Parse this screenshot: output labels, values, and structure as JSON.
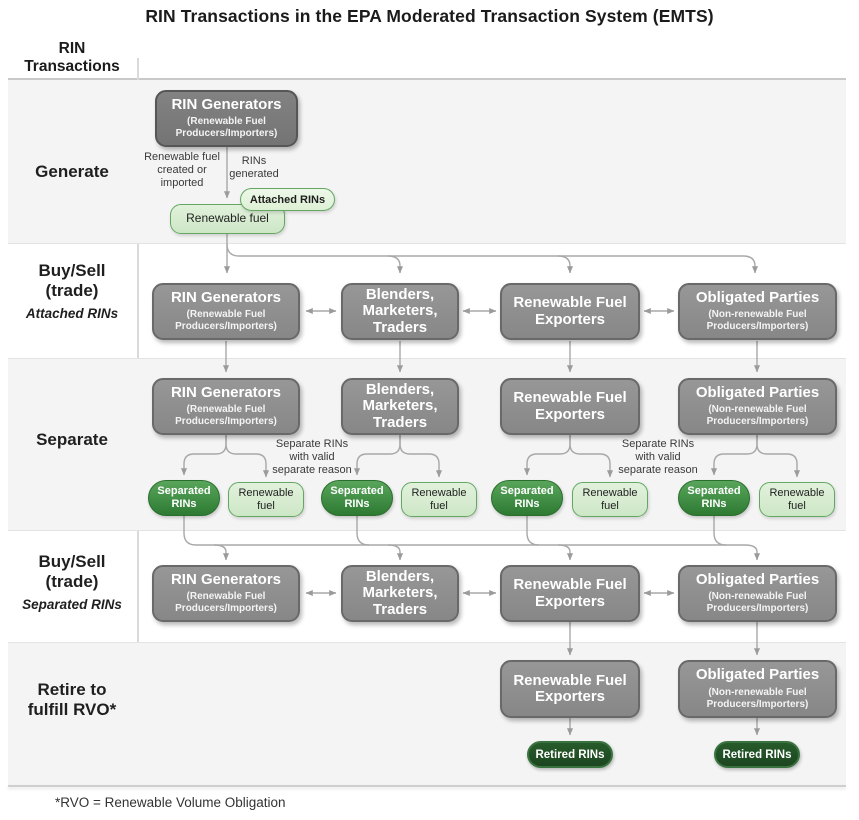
{
  "title": "RIN Transactions in the EPA Moderated Transaction System (EMTS)",
  "header": {
    "column_label": "RIN\nTransactions"
  },
  "footnote": "*RVO = Renewable Volume Obligation",
  "colors": {
    "box_gray": "#8e8e8e",
    "box_gray_dark": "#7a7a7a",
    "box_border": "#696969",
    "green_light_fill": "#d9edd3",
    "green_border": "#63a763",
    "separated_green": "#2e7a33",
    "retired_green": "#1e4b21",
    "arrow_gray": "#a8a8a8"
  },
  "entities": {
    "rin_generators": {
      "title": "RIN Generators",
      "subtitle": "(Renewable Fuel\nProducers/Importers)"
    },
    "blenders": {
      "title": "Blenders,\nMarketers,\nTraders"
    },
    "exporters": {
      "title": "Renewable Fuel\nExporters"
    },
    "obligated": {
      "title": "Obligated Parties",
      "subtitle": "(Non-renewable Fuel\nProducers/Importers)"
    }
  },
  "row_labels": {
    "generate": "Generate",
    "buy_sell": "Buy/Sell\n(trade)",
    "attached_rins": "Attached RINs",
    "separate": "Separate",
    "separated_rins": "Separated RINs",
    "retire": "Retire to\nfulfill RVO*"
  },
  "annotations": {
    "renewable_fuel_created": "Renewable fuel\ncreated or\nimported",
    "rins_generated": "RINs\ngenerated",
    "separate_note": "Separate RINs\nwith valid\nseparate reason"
  },
  "nodes": {
    "attached_rins_pill": "Attached RINs",
    "renewable_fuel": "Renewable fuel",
    "renewable_fuel_2line": "Renewable\nfuel",
    "separated_rins_pill": "Separated\nRINs",
    "retired_rins_pill": "Retired RINs"
  }
}
